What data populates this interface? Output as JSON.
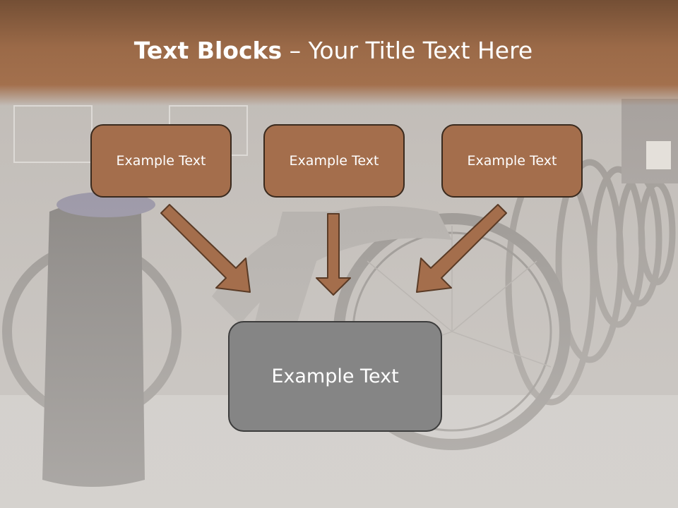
{
  "slide": {
    "title_bold": "Text Blocks",
    "title_dash": " – ",
    "title_rest": "Your Title Text Here"
  },
  "blocks": {
    "top": [
      {
        "text": "Example Text"
      },
      {
        "text": "Example Text"
      },
      {
        "text": "Example Text"
      }
    ],
    "bottom": {
      "text": "Example Text"
    }
  },
  "colors": {
    "header_brown": "#a3704d",
    "box_brown": "#a46e4c",
    "box_grey": "#858585",
    "arrow_fill": "#a46e4c",
    "arrow_stroke": "#5a3b26"
  }
}
